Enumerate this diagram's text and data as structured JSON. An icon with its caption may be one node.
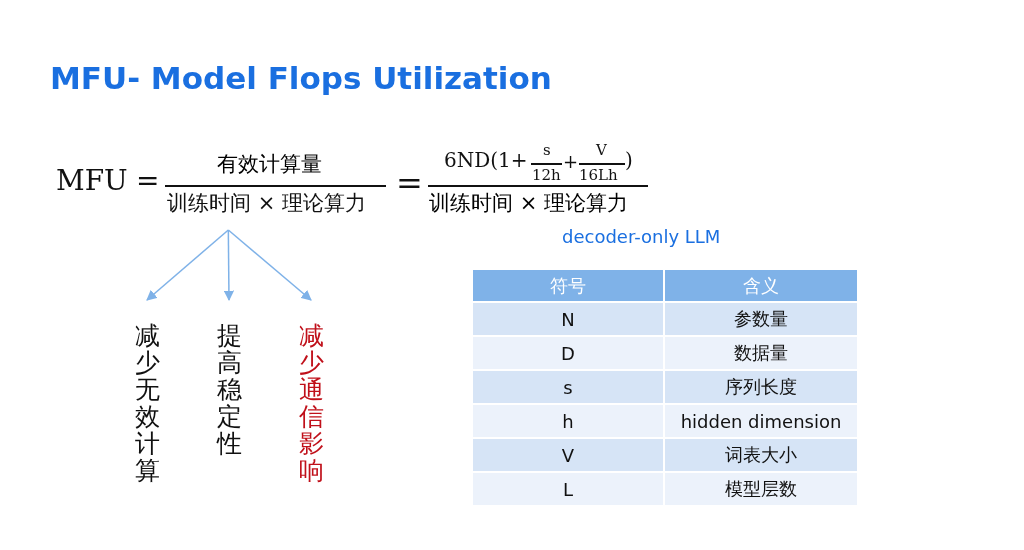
{
  "diagram": {
    "title": "MFU- Model Flops Utilization",
    "nodes": [
      {
        "text": [
          "训练时间 × 理论算力"
        ]
      },
      {
        "text": [
          "减少无效计算"
        ]
      },
      {
        "text": [
          "提高稳定性"
        ]
      },
      {
        "text": [
          "减少通信影响"
        ]
      }
    ],
    "edges": [
      {
        "from": 0,
        "to": 1,
        "arrow": "to"
      },
      {
        "from": 0,
        "to": 2,
        "arrow": "to"
      },
      {
        "from": 0,
        "to": 3,
        "arrow": "to"
      }
    ],
    "labels": [
      "MFU",
      "=",
      "有效计算量",
      "=",
      "6ND(1+",
      "s",
      "12h",
      "+",
      "V",
      "16Lh",
      ")",
      "训练时间 × 理论算力",
      "decoder-only LLM",
      "符号",
      "含义",
      "N",
      "参数量",
      "D",
      "数据量",
      "s",
      "序列长度",
      "h",
      "hidden dimension",
      "V",
      "词表大小",
      "L",
      "模型层数"
    ]
  }
}
